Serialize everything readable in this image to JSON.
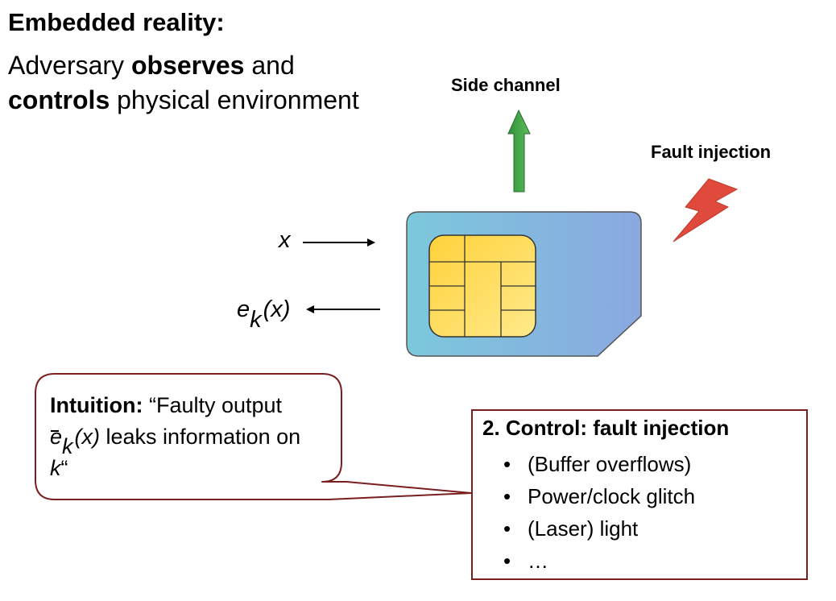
{
  "heading": "Embedded reality:",
  "subtitle": {
    "p1": "Adversary ",
    "b1": "observes",
    "p2": " and ",
    "b2": "controls",
    "p3": " physical environment"
  },
  "side_channel": {
    "label": "Side channel",
    "arrow_color": "#4ea64e"
  },
  "fault_injection": {
    "label": "Fault injection",
    "bolt_color": "#e0463a"
  },
  "input_label": "x",
  "output_label": {
    "base": "e",
    "subscript": "k",
    "arg": "(x)"
  },
  "chip": {
    "card_gradient_start": "#7cc8dc",
    "card_gradient_end": "#8aa8e0",
    "contact_color": "#ffd84a"
  },
  "intuition": {
    "bold": "Intuition:",
    "t1": " “Faulty output ",
    "faulty_base": "e",
    "faulty_sub": "k",
    "faulty_arg": "(x)",
    "t2": " leaks information on ",
    "key": "k",
    "t3": "“",
    "border_color": "#7a1f1f"
  },
  "control": {
    "title": "2. Control: fault injection",
    "items": [
      "(Buffer overflows)",
      "Power/clock glitch",
      "(Laser) light",
      "…"
    ]
  }
}
